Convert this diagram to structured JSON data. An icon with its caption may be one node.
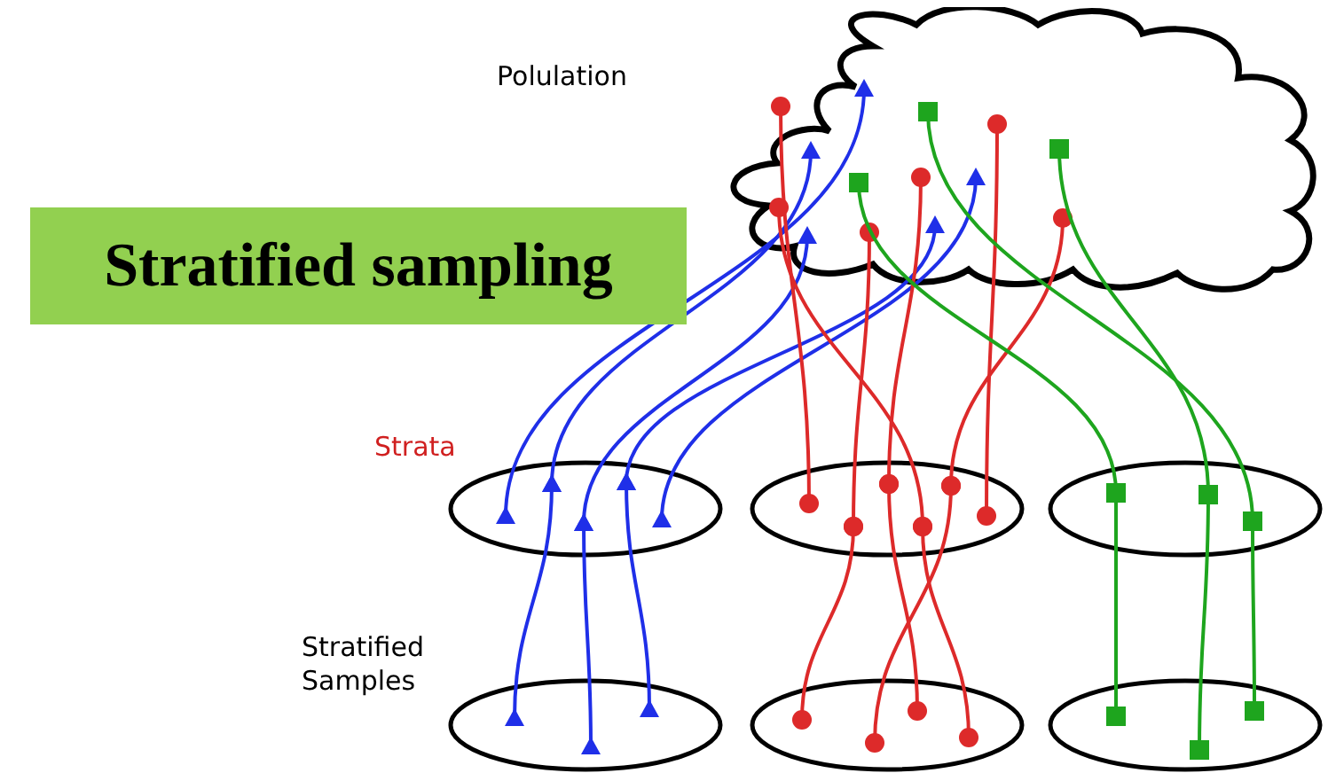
{
  "diagram": {
    "title": "Stratified sampling",
    "nodes": [
      {
        "text": [
          "Polulation"
        ]
      },
      {
        "text": [],
        "shape": "ellipse"
      },
      {
        "text": [],
        "shape": "ellipse"
      },
      {
        "text": [],
        "shape": "ellipse"
      },
      {
        "text": [],
        "shape": "ellipse"
      },
      {
        "text": [],
        "shape": "ellipse"
      },
      {
        "text": [],
        "shape": "ellipse"
      }
    ],
    "edges": [
      {
        "from": 0,
        "to": 1,
        "arrow": "other",
        "color": "#1f2fe8"
      },
      {
        "from": 0,
        "to": 1,
        "arrow": "other",
        "color": "#1f2fe8"
      },
      {
        "from": 0,
        "to": 1,
        "arrow": "other",
        "color": "#1f2fe8"
      },
      {
        "from": 0,
        "to": 1,
        "arrow": "other",
        "color": "#1f2fe8"
      },
      {
        "from": 0,
        "to": 1,
        "arrow": "other",
        "color": "#1f2fe8"
      },
      {
        "from": 1,
        "to": 4,
        "arrow": "other",
        "color": "#1f2fe8"
      },
      {
        "from": 1,
        "to": 4,
        "arrow": "other",
        "color": "#1f2fe8"
      },
      {
        "from": 1,
        "to": 4,
        "arrow": "other",
        "color": "#1f2fe8"
      },
      {
        "from": 0,
        "to": 2,
        "arrow": "other",
        "color": "#dd2a2a"
      },
      {
        "from": 0,
        "to": 2,
        "arrow": "other",
        "color": "#dd2a2a"
      },
      {
        "from": 0,
        "to": 2,
        "arrow": "other",
        "color": "#dd2a2a"
      },
      {
        "from": 0,
        "to": 2,
        "arrow": "other",
        "color": "#dd2a2a"
      },
      {
        "from": 0,
        "to": 2,
        "arrow": "other",
        "color": "#dd2a2a"
      },
      {
        "from": 0,
        "to": 2,
        "arrow": "other",
        "color": "#dd2a2a"
      },
      {
        "from": 2,
        "to": 5,
        "arrow": "other",
        "color": "#dd2a2a"
      },
      {
        "from": 2,
        "to": 5,
        "arrow": "other",
        "color": "#dd2a2a"
      },
      {
        "from": 2,
        "to": 5,
        "arrow": "other",
        "color": "#dd2a2a"
      },
      {
        "from": 2,
        "to": 5,
        "arrow": "other",
        "color": "#dd2a2a"
      },
      {
        "from": 0,
        "to": 3,
        "arrow": "other",
        "color": "#1ea51e"
      },
      {
        "from": 0,
        "to": 3,
        "arrow": "other",
        "color": "#1ea51e"
      },
      {
        "from": 0,
        "to": 3,
        "arrow": "other",
        "color": "#1ea51e"
      },
      {
        "from": 3,
        "to": 6,
        "arrow": "other",
        "color": "#1ea51e"
      },
      {
        "from": 3,
        "to": 6,
        "arrow": "other",
        "color": "#1ea51e"
      },
      {
        "from": 3,
        "to": 6,
        "arrow": "other",
        "color": "#1ea51e"
      }
    ],
    "labels": [
      "Strata",
      "Stratified Samples"
    ]
  }
}
